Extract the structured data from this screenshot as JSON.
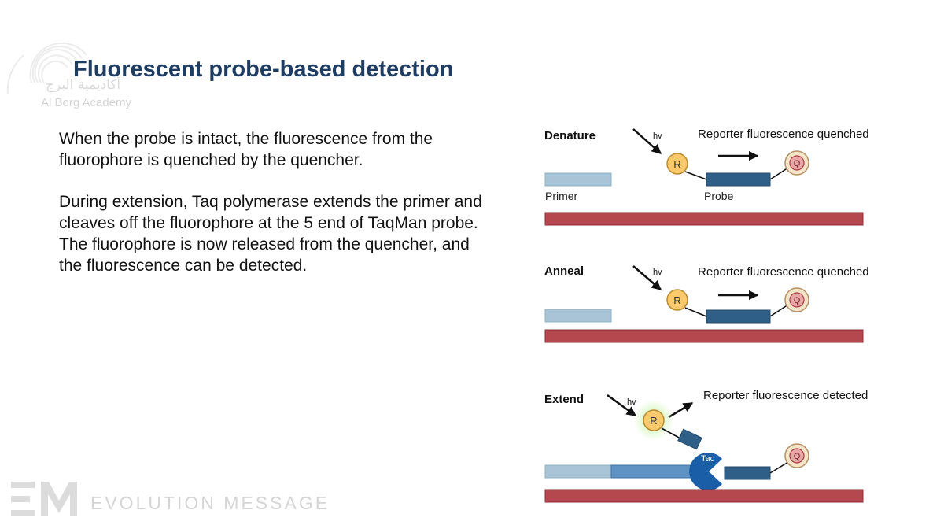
{
  "logo": {
    "arabic_text": "أكاديمية البرج",
    "latin_text": "Al Borg Academy"
  },
  "title": "Fluorescent probe-based detection",
  "body": {
    "paragraph1": "When the probe is intact, the fluorescence from the fluorophore is quenched by the quencher.",
    "paragraph2": "During extension, Taq polymerase extends the primer and cleaves off the fluorophore at the 5 end of TaqMan probe. The fluorophore is now released from the quencher, and the fluorescence can be detected."
  },
  "watermark": {
    "text": "EVOLUTION MESSAGE"
  },
  "diagram": {
    "steps": [
      {
        "step": "Denature",
        "light": "hv",
        "status": "Reporter fluorescence quenched",
        "primer_label": "Primer",
        "probe_label": "Probe"
      },
      {
        "step": "Anneal",
        "light": "hv",
        "status": "Reporter fluorescence quenched"
      },
      {
        "step": "Extend",
        "light": "hv",
        "status": "Reporter fluorescence detected",
        "enzyme": "Taq"
      }
    ],
    "reporter": "R",
    "quencher": "Q"
  },
  "colors": {
    "title": "#1f3d63",
    "template_strand": "#b5474f",
    "primer": "#a9c4d6",
    "probe": "#2f5f86",
    "reporter": "#f9c96b",
    "quencher": "#e8a7a7",
    "taq": "#1a5ea8",
    "glow": "#9be07a"
  }
}
